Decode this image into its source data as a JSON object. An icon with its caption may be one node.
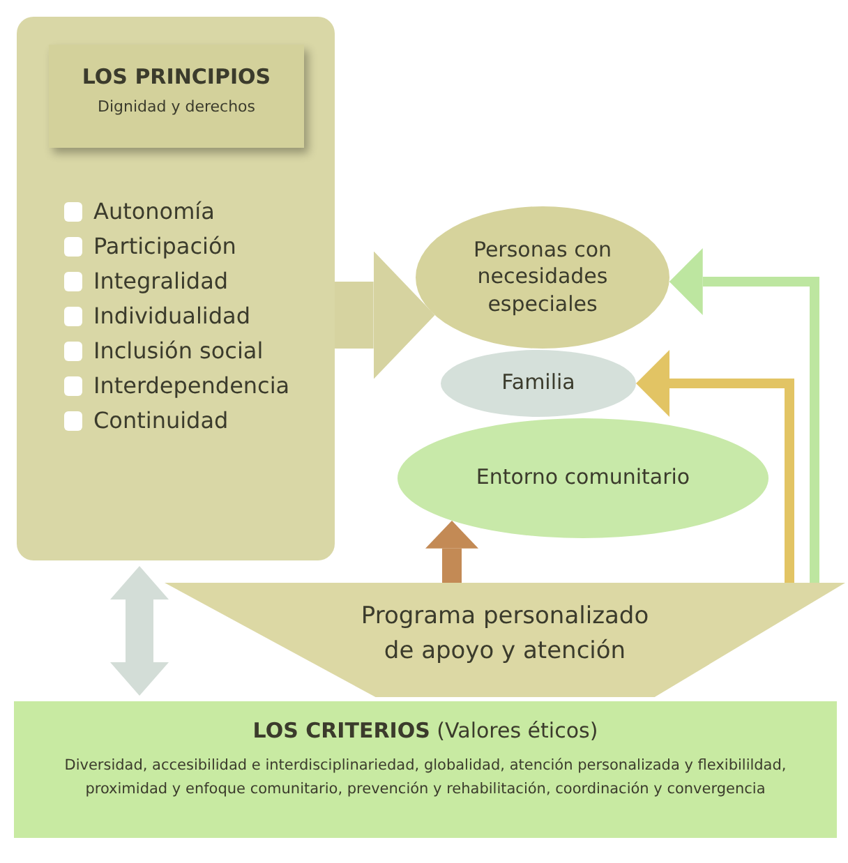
{
  "diagram": {
    "nodes": [
      {
        "text": [
          "Autonomía",
          "Participación",
          "Integralidad",
          "Individualidad",
          "Inclusión social",
          "Interdependencia",
          "Continuidad"
        ]
      },
      {
        "text": [
          "LOS PRINCIPIOS",
          "Dignidad y derechos"
        ],
        "in": 0
      },
      {
        "text": [
          "Personas con necesidades especiales"
        ]
      },
      {
        "text": [
          "Familia"
        ]
      },
      {
        "text": [
          "Entorno comunitario"
        ]
      },
      {
        "text": [
          "Programa personalizado de apoyo y atención"
        ]
      },
      {
        "text": [
          "**LOS CRITERIOS** (Valores éticos)",
          "Diversidad, accesibilidad e interdisciplinariedad, globalidad, atención personalizada y flexibilildad, proximidad y enfoque comunitario, prevención y rehabilitación, coordinación y convergencia"
        ]
      }
    ],
    "edges": [
      {
        "from": 0,
        "to": 2,
        "arrow": "to",
        "style": "thick",
        "color": "#d6d3a0"
      },
      {
        "from": 5,
        "to": 4,
        "arrow": "to",
        "color": "#c38a55"
      },
      {
        "from": 5,
        "to": 3,
        "arrow": "to",
        "color": "#e2c464"
      },
      {
        "from": 5,
        "to": 2,
        "arrow": "to",
        "color": "#bde6a0"
      },
      {
        "from": 0,
        "to": 6,
        "arrow": "both",
        "color": "#d3ddd7"
      }
    ]
  }
}
